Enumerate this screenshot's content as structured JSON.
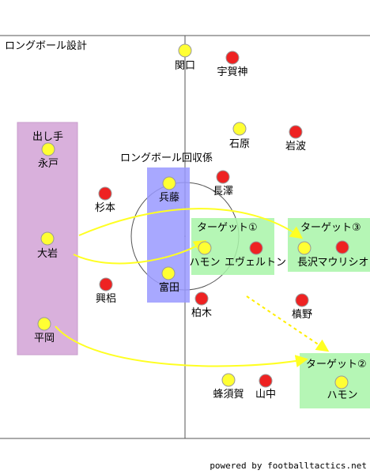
{
  "title": "ロングボール設計",
  "credit": "powered by footballtactics.net",
  "colors": {
    "pitch_line": "#555555",
    "team_yellow": "#ffff33",
    "team_red": "#ee2222",
    "zone_origin": "#d9b0dc",
    "zone_receive": "#9999ff",
    "zone_target": "#a8f5a8",
    "arrow": "#ffff22",
    "arrow_dashed": "#ffee00"
  },
  "zones": [
    {
      "id": "origin",
      "label": "出し手"
    },
    {
      "id": "receive",
      "label": "ロングボール回収係"
    },
    {
      "id": "target1",
      "label": "ターゲット①"
    },
    {
      "id": "target3",
      "label": "ターゲット③"
    },
    {
      "id": "target2",
      "label": "ターゲット②"
    }
  ],
  "players": [
    {
      "name": "関口",
      "team": "yellow"
    },
    {
      "name": "宇賀神",
      "team": "red"
    },
    {
      "name": "石原",
      "team": "yellow"
    },
    {
      "name": "岩波",
      "team": "red"
    },
    {
      "name": "永戸",
      "team": "yellow"
    },
    {
      "name": "兵藤",
      "team": "yellow"
    },
    {
      "name": "長澤",
      "team": "red"
    },
    {
      "name": "杉本",
      "team": "red"
    },
    {
      "name": "大岩",
      "team": "yellow"
    },
    {
      "name": "ハモン",
      "team": "yellow"
    },
    {
      "name": "エヴェルトン",
      "team": "red"
    },
    {
      "name": "長沢",
      "team": "yellow"
    },
    {
      "name": "マウリシオ",
      "team": "red"
    },
    {
      "name": "富田",
      "team": "yellow"
    },
    {
      "name": "興梠",
      "team": "red"
    },
    {
      "name": "柏木",
      "team": "red"
    },
    {
      "name": "槙野",
      "team": "red"
    },
    {
      "name": "平岡",
      "team": "yellow"
    },
    {
      "name": "蜂須賀",
      "team": "yellow"
    },
    {
      "name": "山中",
      "team": "red"
    },
    {
      "name": "ハモン",
      "team": "yellow"
    }
  ]
}
